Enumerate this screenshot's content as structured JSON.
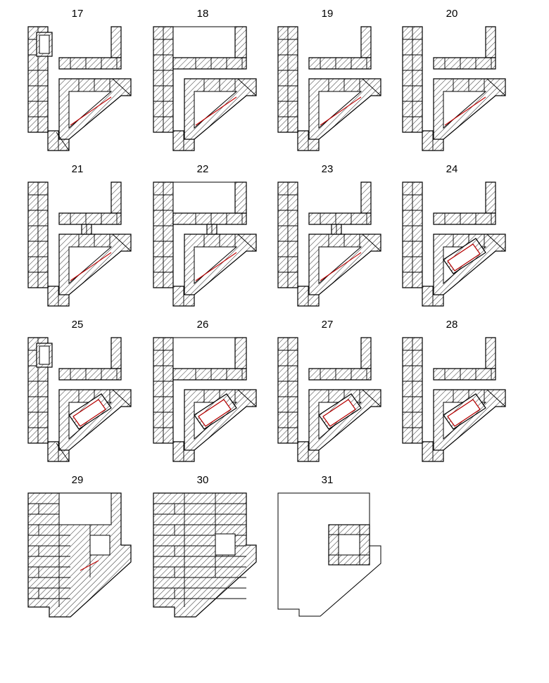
{
  "title": "",
  "colors": {
    "line": "#000000",
    "accent": "#c00000",
    "background": "#ffffff"
  },
  "steps": [
    {
      "label": "17",
      "variant": "diag",
      "door": true
    },
    {
      "label": "18",
      "variant": "top-box"
    },
    {
      "label": "19",
      "variant": "diag"
    },
    {
      "label": "20",
      "variant": "diag"
    },
    {
      "label": "21",
      "variant": "diag-mid"
    },
    {
      "label": "22",
      "variant": "top-box-mid"
    },
    {
      "label": "23",
      "variant": "diag-mid"
    },
    {
      "label": "24",
      "variant": "diag-chamber"
    },
    {
      "label": "25",
      "variant": "diag-chamber",
      "door": true
    },
    {
      "label": "26",
      "variant": "top-box-chamber"
    },
    {
      "label": "27",
      "variant": "diag-chamber"
    },
    {
      "label": "28",
      "variant": "diag-chamber"
    },
    {
      "label": "29",
      "variant": "filled-partial"
    },
    {
      "label": "30",
      "variant": "filled-full"
    },
    {
      "label": "31",
      "variant": "outline"
    }
  ]
}
